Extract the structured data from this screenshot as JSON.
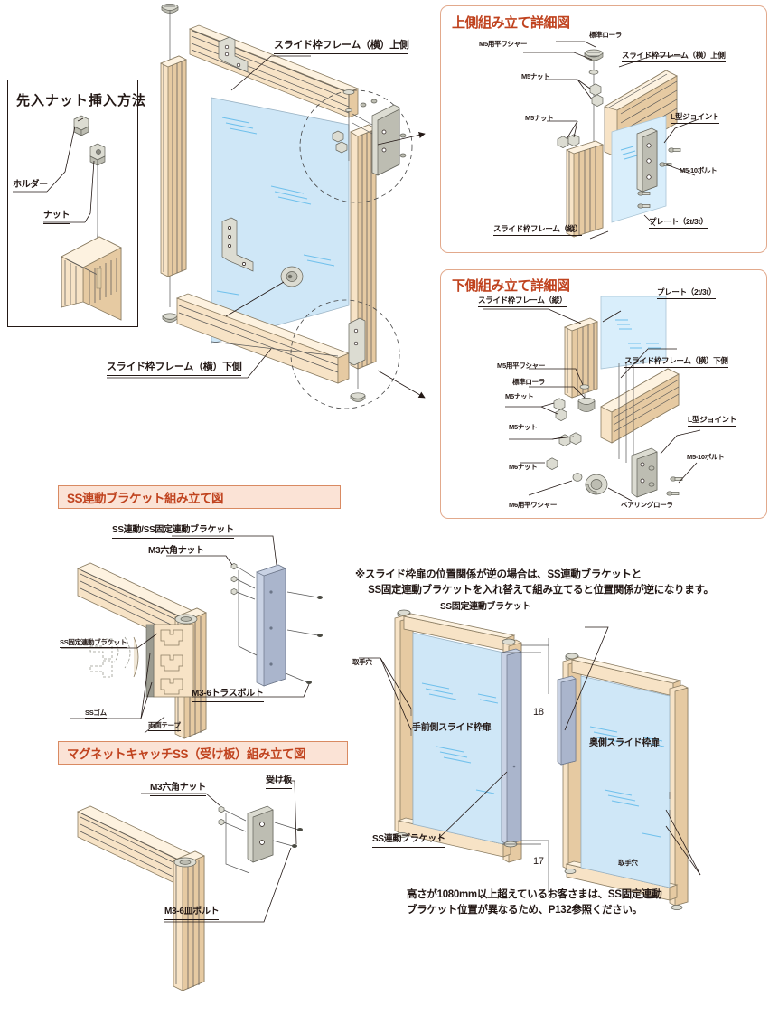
{
  "nut_insert_box": {
    "title": "先入ナット挿入方法",
    "labels": {
      "holder": "ホルダー",
      "nut": "ナット"
    }
  },
  "main_diagram": {
    "label_top_frame": "スライド枠フレーム（横）上側",
    "label_bottom_frame": "スライド枠フレーム（横）下側"
  },
  "upper_detail": {
    "title": "上側組み立て詳細図",
    "labels": {
      "washer_m5": "M5用平ワシャー",
      "roller": "標準ローラ",
      "nut_m5_a": "M5ナット",
      "nut_m5_b": "M5ナット",
      "frame_h_top": "スライド枠フレーム（横）上側",
      "l_joint": "L型ジョイント",
      "bolt": "M5-10ボルト",
      "plate": "プレート（2t/3t）",
      "frame_v": "スライド枠フレーム（縦）"
    }
  },
  "lower_detail": {
    "title": "下側組み立て詳細図",
    "labels": {
      "frame_v": "スライド枠フレーム（縦）",
      "plate": "プレート（2t/3t）",
      "frame_h_bottom": "スライド枠フレーム（横）下側",
      "washer_m5": "M5用平ワシャー",
      "roller": "標準ローラ",
      "nut_m5_a": "M5ナット",
      "nut_m5_b": "M5ナット",
      "nut_m6": "M6ナット",
      "washer_m6": "M6用平ワシャー",
      "bearing_roller": "ベアリングローラ",
      "l_joint": "L型ジョイント",
      "bolt": "M5-10ボルト"
    }
  },
  "ss_bracket_section": {
    "header": "SS連動ブラケット組み立て図",
    "labels": {
      "bracket": "SS連動/SS固定連動ブラケット",
      "hex_nut": "M3六角ナット",
      "fixed_bracket": "SS固定連動ブラケット",
      "truss_bolt": "M3-6トラスボルト",
      "ss_rubber": "SSゴム",
      "double_tape": "両面テープ"
    }
  },
  "magnet_catch_section": {
    "header": "マグネットキャッチSS（受け板）組み立て図",
    "labels": {
      "hex_nut": "M3六角ナット",
      "strike_plate": "受け板",
      "flat_bolt": "M3-6皿ボルト"
    }
  },
  "doors_section": {
    "note_top": "※スライド枠扉の位置関係が逆の場合は、SS連動ブラケットと\n　 SS固定連動ブラケットを入れ替えて組み立てると位置関係が逆になります。",
    "label_fixed_bracket": "SS固定連動ブラケット",
    "label_handle_hole_left": "取手穴",
    "label_handle_hole_right": "取手穴",
    "label_door_front": "手前側スライド枠扉",
    "label_door_back": "奥側スライド枠扉",
    "label_ss_bracket": "SS連動ブラケット",
    "dim_top": "18",
    "dim_bottom": "17",
    "note_bottom": "高さが1080mm以上超えているお客さまは、SS固定連動\nブラケット位置が異なるため、P132参照ください。"
  },
  "colors": {
    "panel_border": "#e2a98c",
    "title_red": "#c0431f",
    "header_bg": "#fbe3d6",
    "frame": "#f7e3c6",
    "glass": "#cfe7f7",
    "bracket": "#c9d2e4",
    "metal": "#dcdcd2",
    "ink": "#231815"
  }
}
